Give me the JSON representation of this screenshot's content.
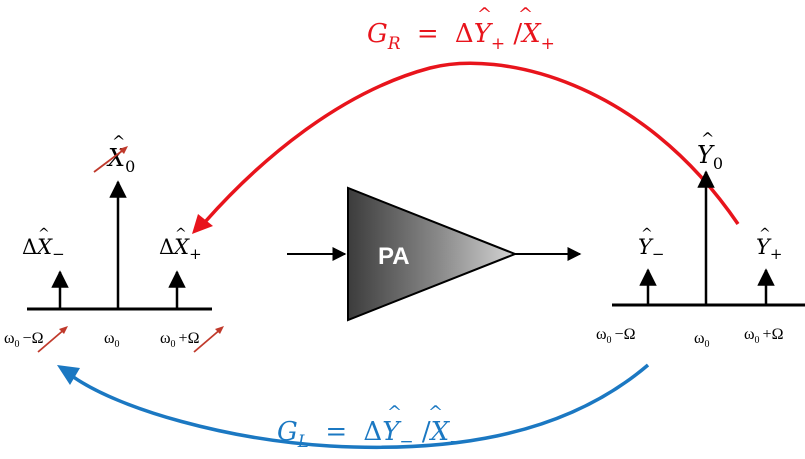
{
  "colors": {
    "feedback_right": "#e8141c",
    "feedback_left": "#1b78c2",
    "strike": "#c0392b",
    "ink": "#000000"
  },
  "feedback_right": {
    "lhs": "G",
    "lhs_sub": "R",
    "equals": "=",
    "delta": "Δ",
    "num": "Y",
    "num_sub": "+",
    "slash": "/",
    "den": "X",
    "den_sub": "+"
  },
  "feedback_left": {
    "lhs": "G",
    "lhs_sub": "L",
    "equals": "=",
    "delta": "Δ",
    "num": "Y",
    "num_sub": "−",
    "slash": "/",
    "den": "X",
    "den_sub": "−"
  },
  "amplifier": {
    "label": "PA"
  },
  "input_spectrum": {
    "carrier": {
      "prefix": "",
      "symbol": "X",
      "sub": "0"
    },
    "lower": {
      "prefix": "Δ",
      "symbol": "X",
      "sub": "−"
    },
    "upper": {
      "prefix": "Δ",
      "symbol": "X",
      "sub": "+"
    },
    "axis_labels": {
      "lower": {
        "base": "ω",
        "base_sub": "0",
        "op": "−",
        "var": "Ω"
      },
      "center": {
        "base": "ω",
        "base_sub": "0"
      },
      "upper": {
        "base": "ω",
        "base_sub": "0",
        "op": "+",
        "var": "Ω"
      }
    }
  },
  "output_spectrum": {
    "carrier": {
      "symbol": "Y",
      "sub": "0"
    },
    "lower": {
      "symbol": "Y",
      "sub": "−"
    },
    "upper": {
      "symbol": "Y",
      "sub": "+"
    },
    "axis_labels": {
      "lower": {
        "base": "ω",
        "base_sub": "0",
        "op": "−",
        "var": "Ω"
      },
      "center": {
        "base": "ω",
        "base_sub": "0"
      },
      "upper": {
        "base": "ω",
        "base_sub": "0",
        "op": "+",
        "var": "Ω"
      }
    }
  }
}
